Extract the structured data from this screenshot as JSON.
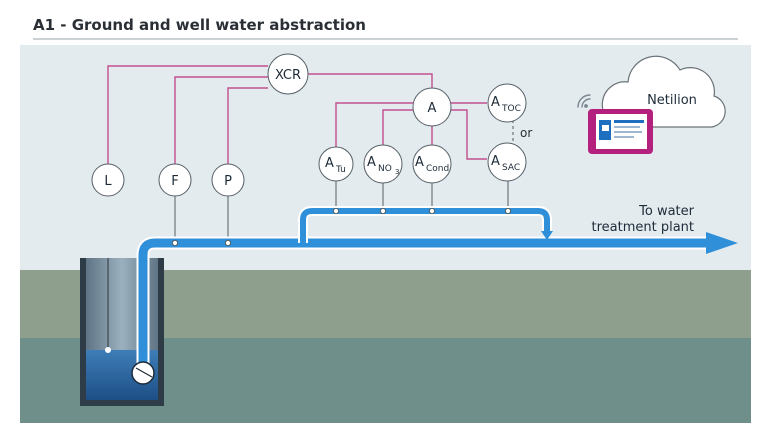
{
  "header": {
    "title": "A1 - Ground and well water abstraction"
  },
  "controller": {
    "label": "XCR"
  },
  "analyzer_hub": {
    "label": "A"
  },
  "instruments": {
    "level": "L",
    "flow": "F",
    "pressure": "P",
    "turbidity": {
      "main": "A",
      "sub": "Tu"
    },
    "nitrate": {
      "main": "A",
      "sub": "NO",
      "sub2": "3"
    },
    "conductivity": {
      "main": "A",
      "sub": "Cond"
    },
    "toc": {
      "main": "A",
      "sub": "TOC"
    },
    "sac": {
      "main": "A",
      "sub": "SAC"
    }
  },
  "or_label": "or",
  "cloud": {
    "label": "Netilion"
  },
  "destination": {
    "line1": "To water",
    "line2": "treatment plant"
  },
  "colors": {
    "signal_line": "#c2508e",
    "pipe": "#2f8fd8",
    "sky": "#e3ebef",
    "ground_upper": "#8e9f8d",
    "ground_lower": "#6f8f8b",
    "tablet": "#b4207d"
  },
  "icons": [
    "wifi-icon",
    "tablet-icon",
    "cloud-icon",
    "pump-icon",
    "arrow-right-icon"
  ]
}
